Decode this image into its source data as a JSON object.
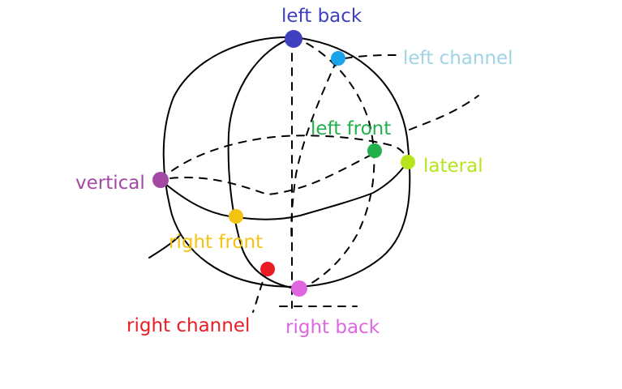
{
  "diagram": {
    "points": [
      {
        "key": "left-back",
        "label": "left back",
        "color": "#3f3fbf"
      },
      {
        "key": "left-channel",
        "label": "left channel",
        "color": "#9fd3e6"
      },
      {
        "key": "left-front",
        "label": "left front",
        "color": "#22b04c"
      },
      {
        "key": "lateral",
        "label": "lateral",
        "color": "#b5e51d"
      },
      {
        "key": "vertical",
        "label": "vertical",
        "color": "#a349a3"
      },
      {
        "key": "right-front",
        "label": "right front",
        "color": "#f4c414"
      },
      {
        "key": "right-channel",
        "label": "right channel",
        "color": "#ec1c24"
      },
      {
        "key": "right-back",
        "label": "right back",
        "color": "#e066e0"
      }
    ],
    "dot_colors": {
      "left-channel": "#1aa3e8"
    },
    "line_color": "#000000"
  }
}
